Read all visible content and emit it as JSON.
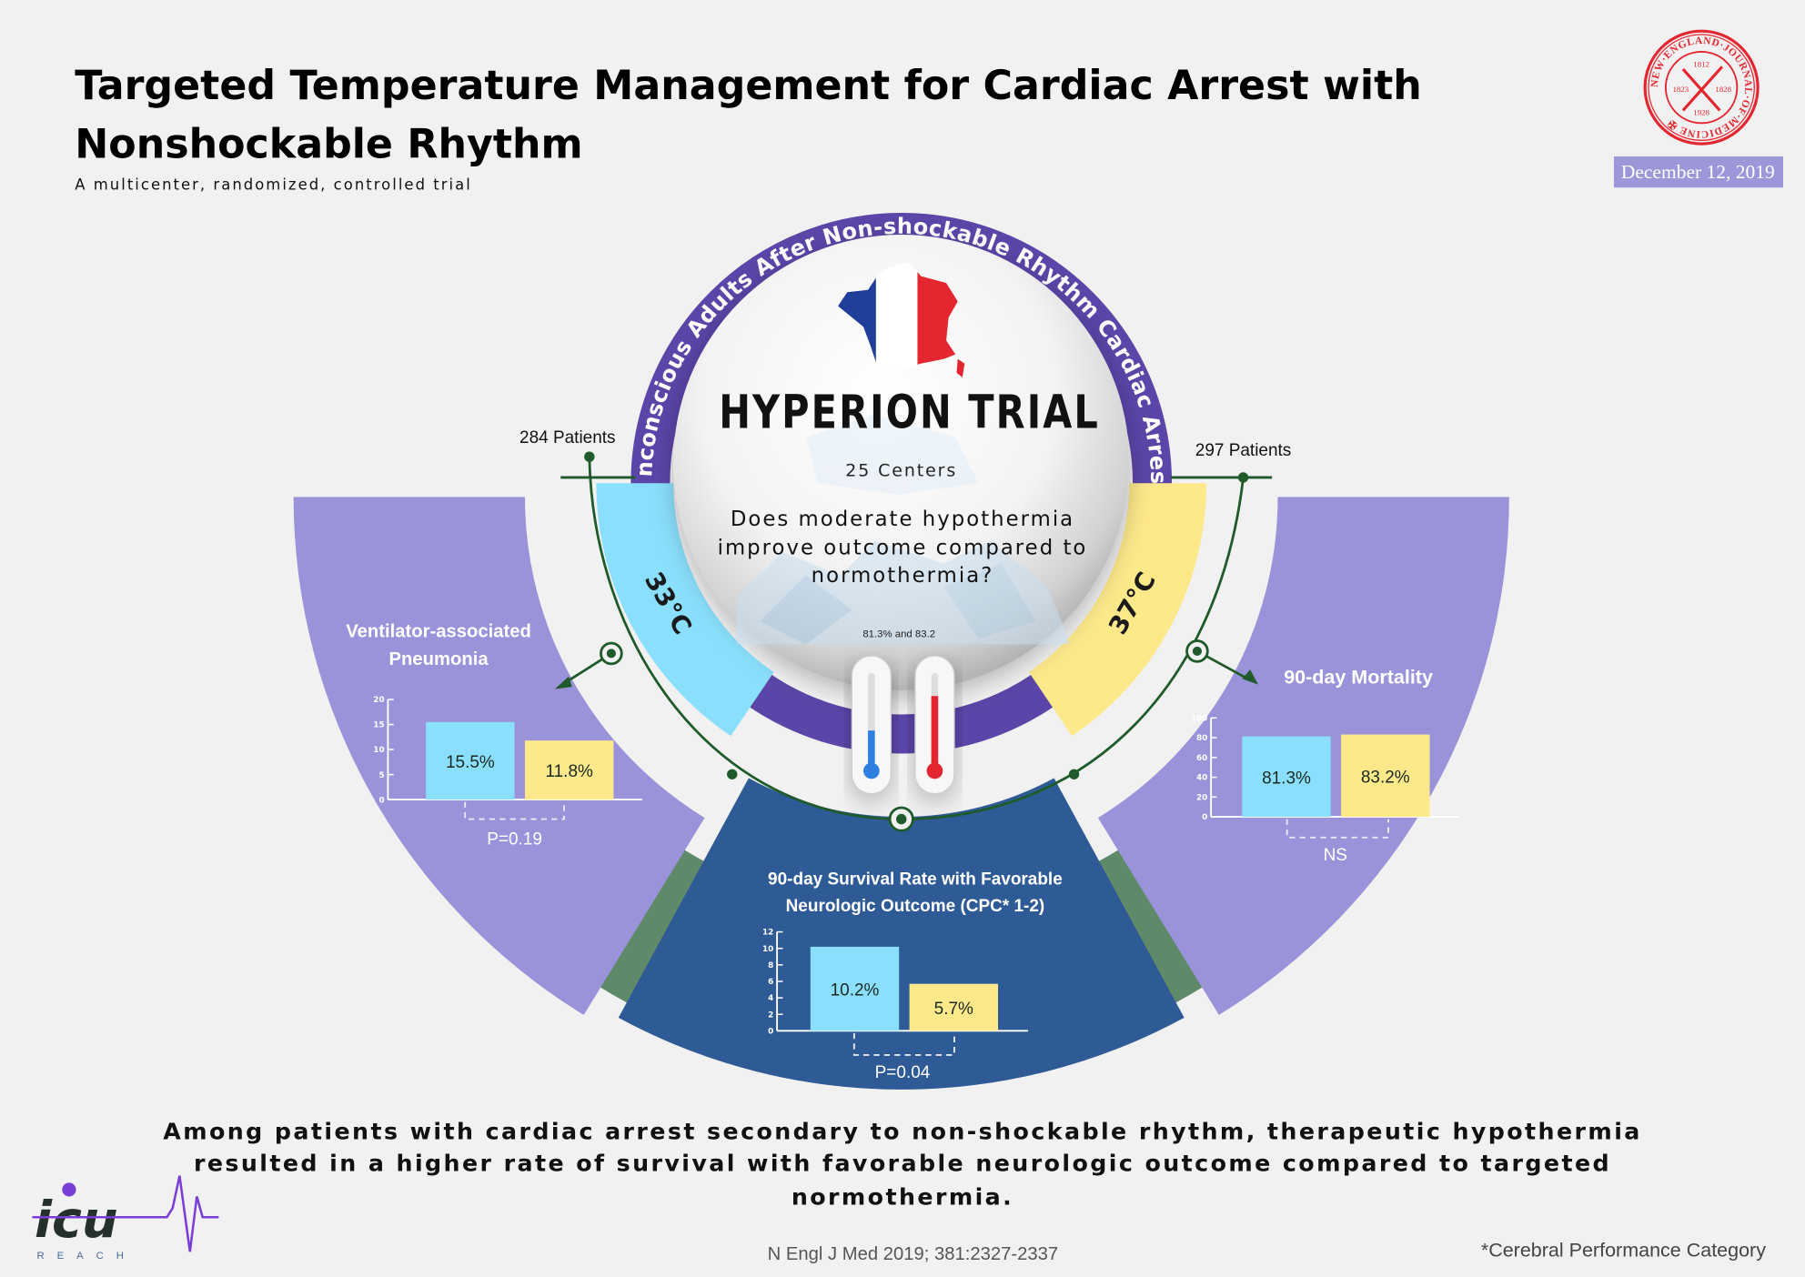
{
  "header": {
    "title_line1": "Targeted Temperature Management for Cardiac Arrest with",
    "title_line2": "Nonshockable Rhythm",
    "subtitle": "A multicenter, randomized, controlled trial",
    "date": "December 12, 2019",
    "journal_seal": {
      "text": "NEW ENGLAND JOURNAL OF MEDICINE",
      "years": [
        "1812",
        "1823",
        "1828",
        "1928"
      ],
      "icon": "nejm-seal-logo",
      "color": "#e3262f"
    }
  },
  "center": {
    "ring_text": "Unconscious Adults After Non-shockable Rhythm Cardiac Arrest",
    "trial_name": "HYPERION TRIAL",
    "centers": "25 Centers",
    "question": [
      "Does moderate hypothermia",
      "improve outcome compared to",
      "normothermia?"
    ],
    "small_note": "81.3% and 83.2",
    "flag_icon": "france-map-flag-icon",
    "thermometer_icons": [
      "cold-thermometer-icon",
      "hot-thermometer-icon"
    ]
  },
  "arms": {
    "hypothermia": {
      "temp": "33°C",
      "patients": "284 Patients",
      "color": "#8adffc"
    },
    "normothermia": {
      "temp": "37°C",
      "patients": "297 Patients",
      "color": "#fde88a"
    }
  },
  "colors": {
    "background": "#f1f1f1",
    "side_sections": "#9b93da",
    "bottom_section": "#2e5b96",
    "ring": "#5b45a8",
    "connector": "#1f5a2a",
    "date_box": "#9b97d8"
  },
  "chart_data": [
    {
      "type": "bar",
      "title": "Ventilator-associated Pneumonia",
      "title_lines": [
        "Ventilator-associated",
        "Pneumonia"
      ],
      "categories": [
        "33°C",
        "37°C"
      ],
      "values": [
        15.5,
        11.8
      ],
      "value_labels": [
        "15.5%",
        "11.8%"
      ],
      "yticks": [
        "0",
        "5",
        "10",
        "15",
        "20"
      ],
      "ylim": [
        0,
        20
      ],
      "annotation": "P=0.19"
    },
    {
      "type": "bar",
      "title": "90-day Mortality",
      "title_lines": [
        "90-day Mortality"
      ],
      "categories": [
        "33°C",
        "37°C"
      ],
      "values": [
        81.3,
        83.2
      ],
      "value_labels": [
        "81.3%",
        "83.2%"
      ],
      "yticks": [
        "0",
        "20",
        "40",
        "60",
        "80",
        "100"
      ],
      "ylim": [
        0,
        100
      ],
      "annotation": "NS"
    },
    {
      "type": "bar",
      "title": "90-day Survival Rate with Favorable Neurologic Outcome (CPC* 1-2)",
      "title_lines": [
        "90-day Survival Rate with Favorable",
        "Neurologic Outcome (CPC* 1-2)"
      ],
      "categories": [
        "33°C",
        "37°C"
      ],
      "values": [
        10.2,
        5.7
      ],
      "value_labels": [
        "10.2%",
        "5.7%"
      ],
      "yticks": [
        "0",
        "2",
        "4",
        "6",
        "8",
        "10",
        "12"
      ],
      "ylim": [
        0,
        12
      ],
      "annotation": "P=0.04"
    }
  ],
  "conclusion": [
    "Among patients with cardiac arrest secondary to non-shockable rhythm, therapeutic hypothermia",
    "resulted in a higher rate of survival with favorable neurologic outcome compared to targeted",
    "normothermia."
  ],
  "footer": {
    "citation": "N Engl J Med 2019; 381:2327-2337",
    "footnote": "*Cerebral Performance Category",
    "logo_main": "icu",
    "logo_sub": "REACH"
  }
}
